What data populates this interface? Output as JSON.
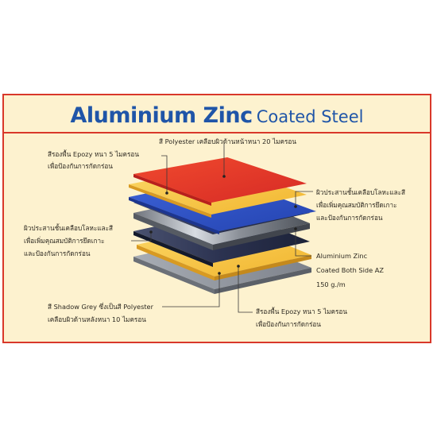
{
  "title": {
    "main": "Aluminium Zinc",
    "sub": "Coated Steel"
  },
  "labels": {
    "top_polyester": "สี Polyester เคลือบผิวด้านหน้าหนา 20 ไมครอน",
    "primer_top_line1": "สีรองพื้น Epozy หนา 5 ไมครอน",
    "primer_top_line2": "เพื่อป้องกันการกัดกร่อน",
    "bond_right_line1": "ผิวประสานชั้นเคลือบโลหะและสี",
    "bond_right_line2": "เพื่อเพิ่มคุณสมบัติการยึดเกาะ",
    "bond_right_line3": "และป้องกันการกัดกร่อน",
    "bond_left_line1": "ผิวประสานชั้นเคลือบโลหะและสี",
    "bond_left_line2": "เพื่อเพิ่มคุณสมบัติการยึดเกาะ",
    "bond_left_line3": "และป้องกันการกัดกร่อน",
    "az_line1": "Aluminium Zinc",
    "az_line2": "Coated Both Side AZ",
    "az_line3": "150 g./m",
    "shadow_line1": "สี Shadow Grey ซึ่งเป็นสี Polyester",
    "shadow_line2": "เคลือบผิวด้านหลังหนา 10 ไมครอน",
    "primer_bottom_line1": "สีรองพื้น Epozy หนา 5 ไมครอน",
    "primer_bottom_line2": "เพื่อป้องกันการกัดกร่อน"
  },
  "colors": {
    "frame_border": "#d9382a",
    "frame_bg": "#fdf2cf",
    "title": "#1f55a8",
    "layer_red": "#e8352a",
    "layer_yellow": "#f5c542",
    "layer_blue": "#2f55c9",
    "layer_steel": "#9aa0a8",
    "layer_dark": "#2c3454"
  }
}
